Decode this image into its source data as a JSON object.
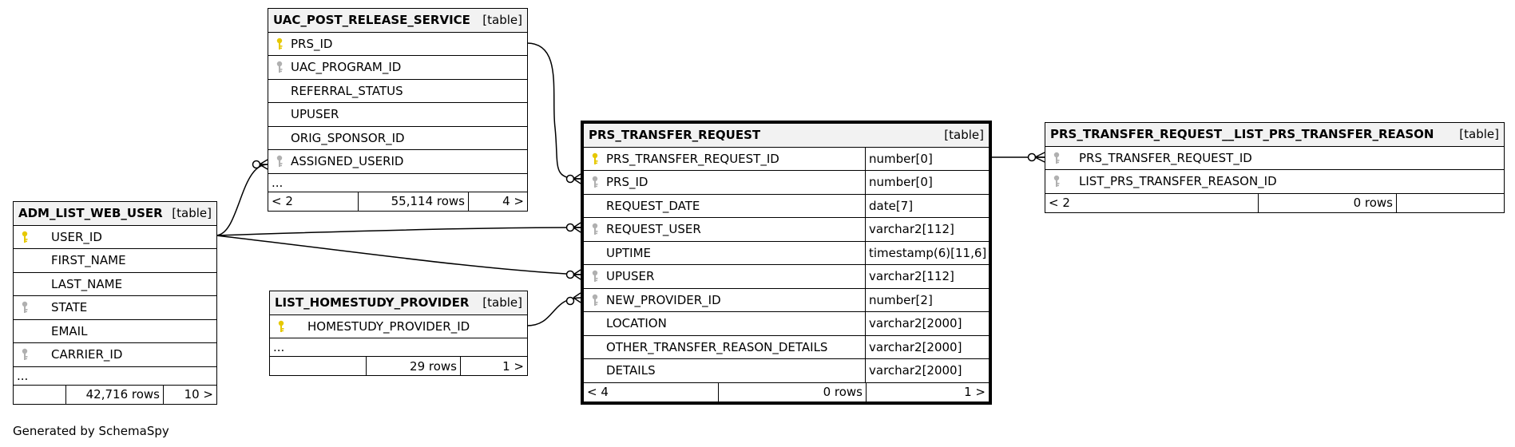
{
  "tables": {
    "uac": {
      "name": "UAC_POST_RELEASE_SERVICE",
      "kind": "[table]",
      "columns": [
        "PRS_ID",
        "UAC_PROGRAM_ID",
        "REFERRAL_STATUS",
        "UPUSER",
        "ORIG_SPONSOR_ID",
        "ASSIGNED_USERID"
      ],
      "more": "...",
      "footer": {
        "parents": "< 2",
        "rows": "55,114 rows",
        "children": "4 >"
      }
    },
    "adm": {
      "name": "ADM_LIST_WEB_USER",
      "kind": "[table]",
      "columns": [
        "USER_ID",
        "FIRST_NAME",
        "LAST_NAME",
        "STATE",
        "EMAIL",
        "CARRIER_ID"
      ],
      "more": "...",
      "footer": {
        "parents": "",
        "rows": "42,716 rows",
        "children": "10 >"
      }
    },
    "lhp": {
      "name": "LIST_HOMESTUDY_PROVIDER",
      "kind": "[table]",
      "columns": [
        "HOMESTUDY_PROVIDER_ID"
      ],
      "more": "...",
      "footer": {
        "parents": "",
        "rows": "29 rows",
        "children": "1 >"
      }
    },
    "ptr": {
      "name": "PRS_TRANSFER_REQUEST",
      "kind": "[table]",
      "columns": [
        "PRS_TRANSFER_REQUEST_ID",
        "PRS_ID",
        "REQUEST_DATE",
        "REQUEST_USER",
        "UPTIME",
        "UPUSER",
        "NEW_PROVIDER_ID",
        "LOCATION",
        "OTHER_TRANSFER_REASON_DETAILS",
        "DETAILS"
      ],
      "types": [
        "number[0]",
        "number[0]",
        "date[7]",
        "varchar2[112]",
        "timestamp(6)[11,6]",
        "varchar2[112]",
        "number[2]",
        "varchar2[2000]",
        "varchar2[2000]",
        "varchar2[2000]"
      ],
      "footer": {
        "parents": "< 4",
        "rows": "0 rows",
        "children": "1 >"
      }
    },
    "ptrl": {
      "name": "PRS_TRANSFER_REQUEST__LIST_PRS_TRANSFER_REASON",
      "kind": "[table]",
      "columns": [
        "PRS_TRANSFER_REQUEST_ID",
        "LIST_PRS_TRANSFER_REASON_ID"
      ],
      "footer": {
        "parents": "< 2",
        "rows": "0 rows",
        "children": ""
      }
    }
  },
  "key_types": {
    "uac": [
      "primary",
      "foreign",
      "none",
      "none",
      "none",
      "foreign"
    ],
    "adm": [
      "primary",
      "none",
      "none",
      "foreign",
      "none",
      "foreign"
    ],
    "lhp": [
      "primary"
    ],
    "ptr": [
      "primary",
      "foreign",
      "none",
      "foreign",
      "none",
      "foreign",
      "foreign",
      "none",
      "none",
      "none"
    ],
    "ptrl": [
      "foreign",
      "foreign"
    ]
  },
  "colors": {
    "primary_key": "#e6c800",
    "foreign_key": "#b0b0b0",
    "header_bg": "#f2f2f2"
  },
  "credit": "Generated by SchemaSpy"
}
